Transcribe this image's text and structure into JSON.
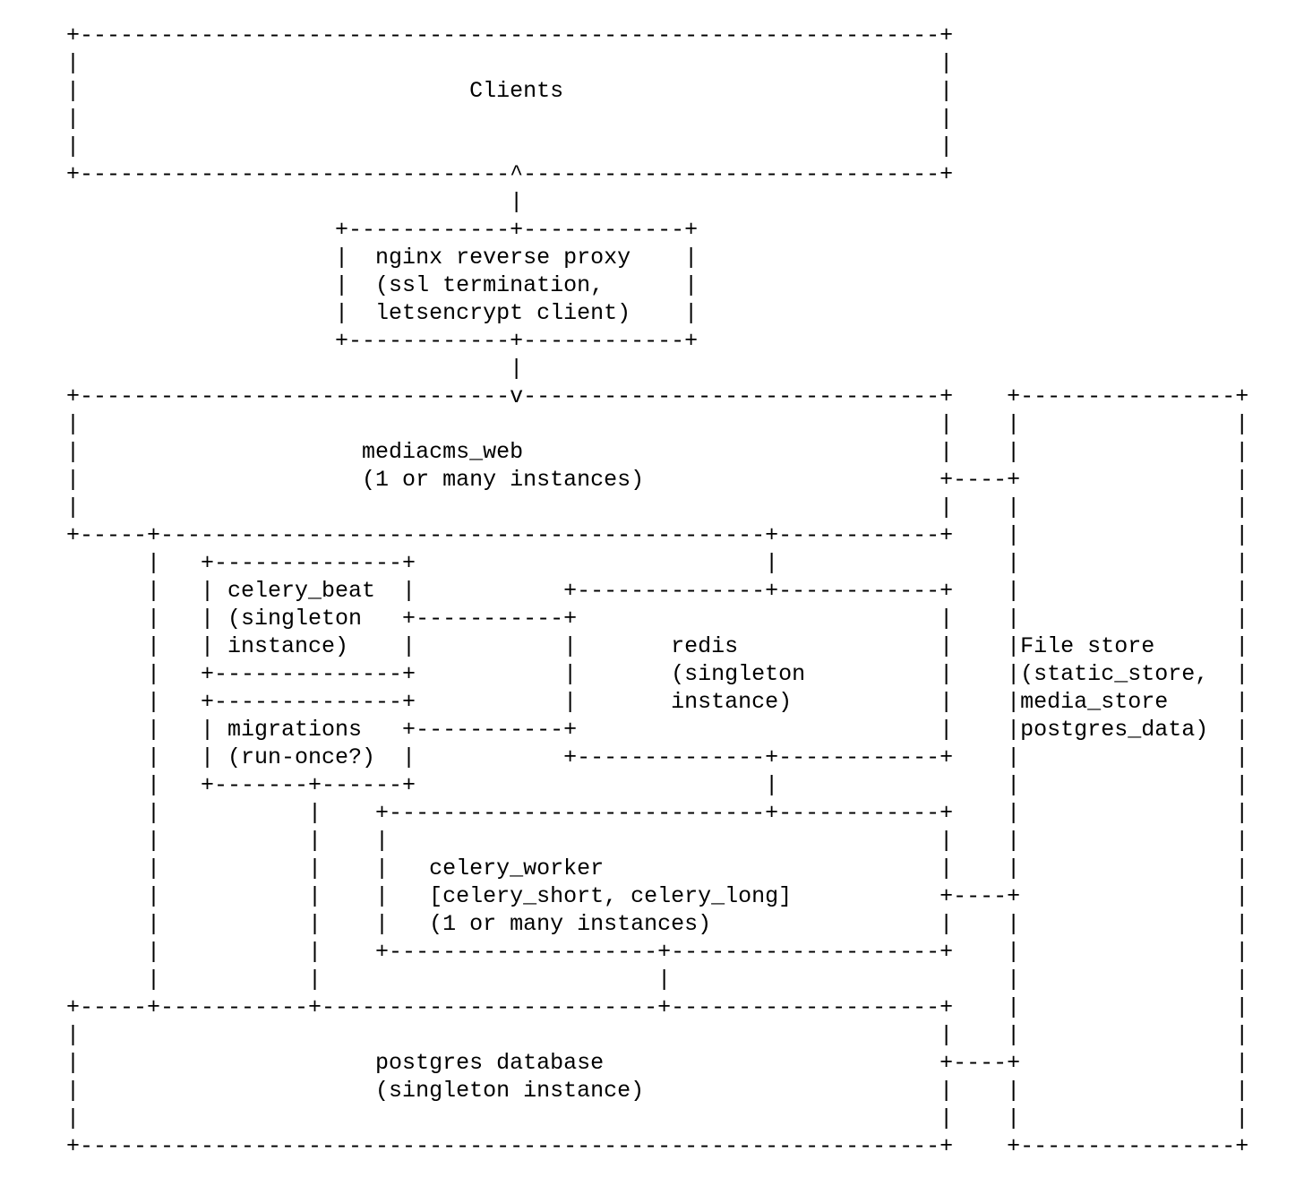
{
  "diagram": {
    "kind": "ascii-art-architecture",
    "colors": {
      "background": "#ffffff",
      "text": "#000000"
    },
    "nodes": [
      {
        "id": "clients",
        "label_lines": [
          "Clients"
        ]
      },
      {
        "id": "nginx",
        "label_lines": [
          "nginx reverse proxy",
          "(ssl termination,",
          "letsencrypt client)"
        ]
      },
      {
        "id": "mediacms_web",
        "label_lines": [
          "mediacms_web",
          "(1 or many instances)"
        ]
      },
      {
        "id": "celery_beat",
        "label_lines": [
          "celery_beat",
          "(singleton",
          "instance)"
        ]
      },
      {
        "id": "migrations",
        "label_lines": [
          "migrations",
          "(run-once?)"
        ]
      },
      {
        "id": "redis",
        "label_lines": [
          "redis",
          "(singleton",
          "instance)"
        ]
      },
      {
        "id": "celery_worker",
        "label_lines": [
          "celery_worker",
          "[celery_short, celery_long]",
          "(1 or many instances)"
        ]
      },
      {
        "id": "postgres",
        "label_lines": [
          "postgres database",
          "(singleton instance)"
        ]
      },
      {
        "id": "file_store",
        "label_lines": [
          "File store",
          "(static_store,",
          "media_store",
          "postgres_data)"
        ]
      }
    ],
    "edges": [
      {
        "from": "nginx",
        "to": "clients",
        "arrow": "up"
      },
      {
        "from": "nginx",
        "to": "mediacms_web",
        "arrow": "down"
      },
      {
        "from": "mediacms_web",
        "to": "file_store"
      },
      {
        "from": "mediacms_web",
        "to": "redis"
      },
      {
        "from": "mediacms_web",
        "to": "postgres"
      },
      {
        "from": "celery_beat",
        "to": "redis"
      },
      {
        "from": "migrations",
        "to": "redis"
      },
      {
        "from": "migrations",
        "to": "postgres"
      },
      {
        "from": "redis",
        "to": "celery_worker"
      },
      {
        "from": "celery_worker",
        "to": "postgres"
      },
      {
        "from": "celery_worker",
        "to": "file_store"
      },
      {
        "from": "postgres",
        "to": "file_store"
      }
    ],
    "lines": [
      "+----------------------------------------------------------------+",
      "|                                                                |",
      "|                             Clients                            |",
      "|                                                                |",
      "|                                                                |",
      "+--------------------------------^-------------------------------+",
      "                                 |",
      "                    +------------+------------+",
      "                    |  nginx reverse proxy    |",
      "                    |  (ssl termination,      |",
      "                    |  letsencrypt client)    |",
      "                    +------------+------------+",
      "                                 |",
      "+--------------------------------v-------------------------------+    +----------------+",
      "|                                                                |    |                |",
      "|                     mediacms_web                               |    |                |",
      "|                     (1 or many instances)                      +----+                |",
      "|                                                                |    |                |",
      "+-----+---------------------------------------------+------------+    |                |",
      "      |   +--------------+                          |                 |                |",
      "      |   | celery_beat  |           +--------------+------------+    |                |",
      "      |   | (singleton   +-----------+                           |    |                |",
      "      |   | instance)    |           |       redis               |    |File store      |",
      "      |   +--------------+           |       (singleton          |    |(static_store,  |",
      "      |   +--------------+           |       instance)           |    |media_store     |",
      "      |   | migrations   +-----------+                           |    |postgres_data)  |",
      "      |   | (run-once?)  |           +--------------+------------+    |                |",
      "      |   +-------+------+                          |                 |                |",
      "      |           |    +----------------------------+------------+    |                |",
      "      |           |    |                                         |    |                |",
      "      |           |    |   celery_worker                         |    |                |",
      "      |           |    |   [celery_short, celery_long]           +----+                |",
      "      |           |    |   (1 or many instances)                 |    |                |",
      "      |           |    +--------------------+--------------------+    |                |",
      "      |           |                         |                         |                |",
      "+-----+-----------+-------------------------+--------------------+    |                |",
      "|                                                                |    |                |",
      "|                      postgres database                         +----+                |",
      "|                      (singleton instance)                      |    |                |",
      "|                                                                |    |                |",
      "+----------------------------------------------------------------+    +----------------+"
    ]
  }
}
